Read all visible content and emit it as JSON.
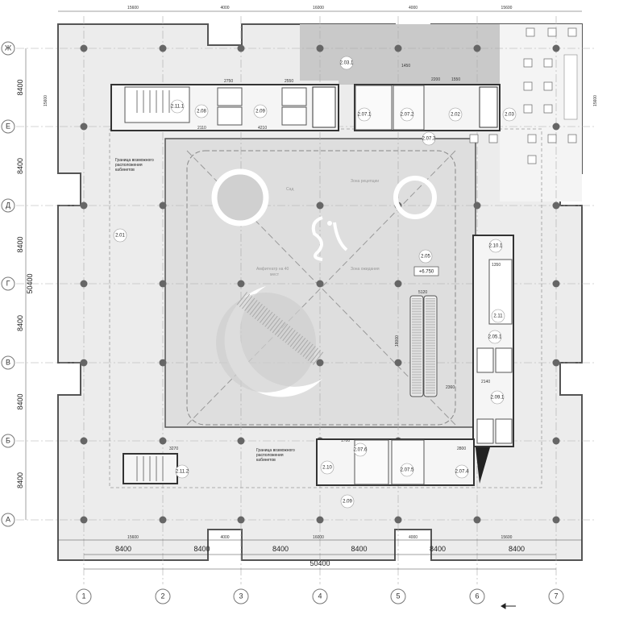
{
  "plan": {
    "axes_letters": [
      "Ж",
      "Е",
      "Д",
      "Г",
      "В",
      "Б",
      "А"
    ],
    "axes_numbers": [
      "1",
      "2",
      "3",
      "4",
      "5",
      "6",
      "7"
    ],
    "bay_dims": [
      "8400",
      "8400",
      "8400",
      "8400",
      "8400",
      "8400"
    ],
    "total_dim": "50400",
    "top_dims": [
      "15600",
      "4000",
      "16000",
      "4000",
      "15600"
    ],
    "side_dim": "15600",
    "level_mark": "+6.750",
    "rooms": {
      "r201": "2.01",
      "r203": "2.03",
      "r2031": "2.03.1",
      "r205": "2.05",
      "r2051": "2.05.1",
      "r2071": "2.07.1",
      "r2072": "2.07.2",
      "r2073": "2.07.3",
      "r2074": "2.07.4",
      "r2075": "2.07.5",
      "r2076": "2.07.6",
      "r208": "2.08",
      "r209": "2.09",
      "r2091": "2.09.1",
      "r210": "2.10",
      "r2101": "2.10.1",
      "r211": "2.11",
      "r2111": "2.11.1",
      "r2112": "2.11.2",
      "r202": "2.02",
      "r209b": "2.09"
    },
    "notes": {
      "boundary_1": [
        "Граница возможного",
        "расположения",
        "кабинетов"
      ],
      "boundary_2": [
        "Граница возможного",
        "расположения",
        "кабинетов"
      ]
    },
    "zones": {
      "garden": "Сад",
      "reception": "Зона рецепции",
      "amphitheatre": [
        "Амфитеатр на 40",
        "мест"
      ],
      "waiting": "Зона ожидания"
    },
    "small_dims": {
      "d2750": "2750",
      "d2550": "2550",
      "d4210": "4210",
      "d2110": "2110",
      "d1450": "1450",
      "d2200": "2200",
      "d1550": "1550",
      "d3270": "3270",
      "d1700": "1700",
      "d2800": "2800",
      "d2140": "2140",
      "d5120": "5120",
      "d2360": "2360",
      "d1350": "1350",
      "d18000": "18000"
    }
  }
}
